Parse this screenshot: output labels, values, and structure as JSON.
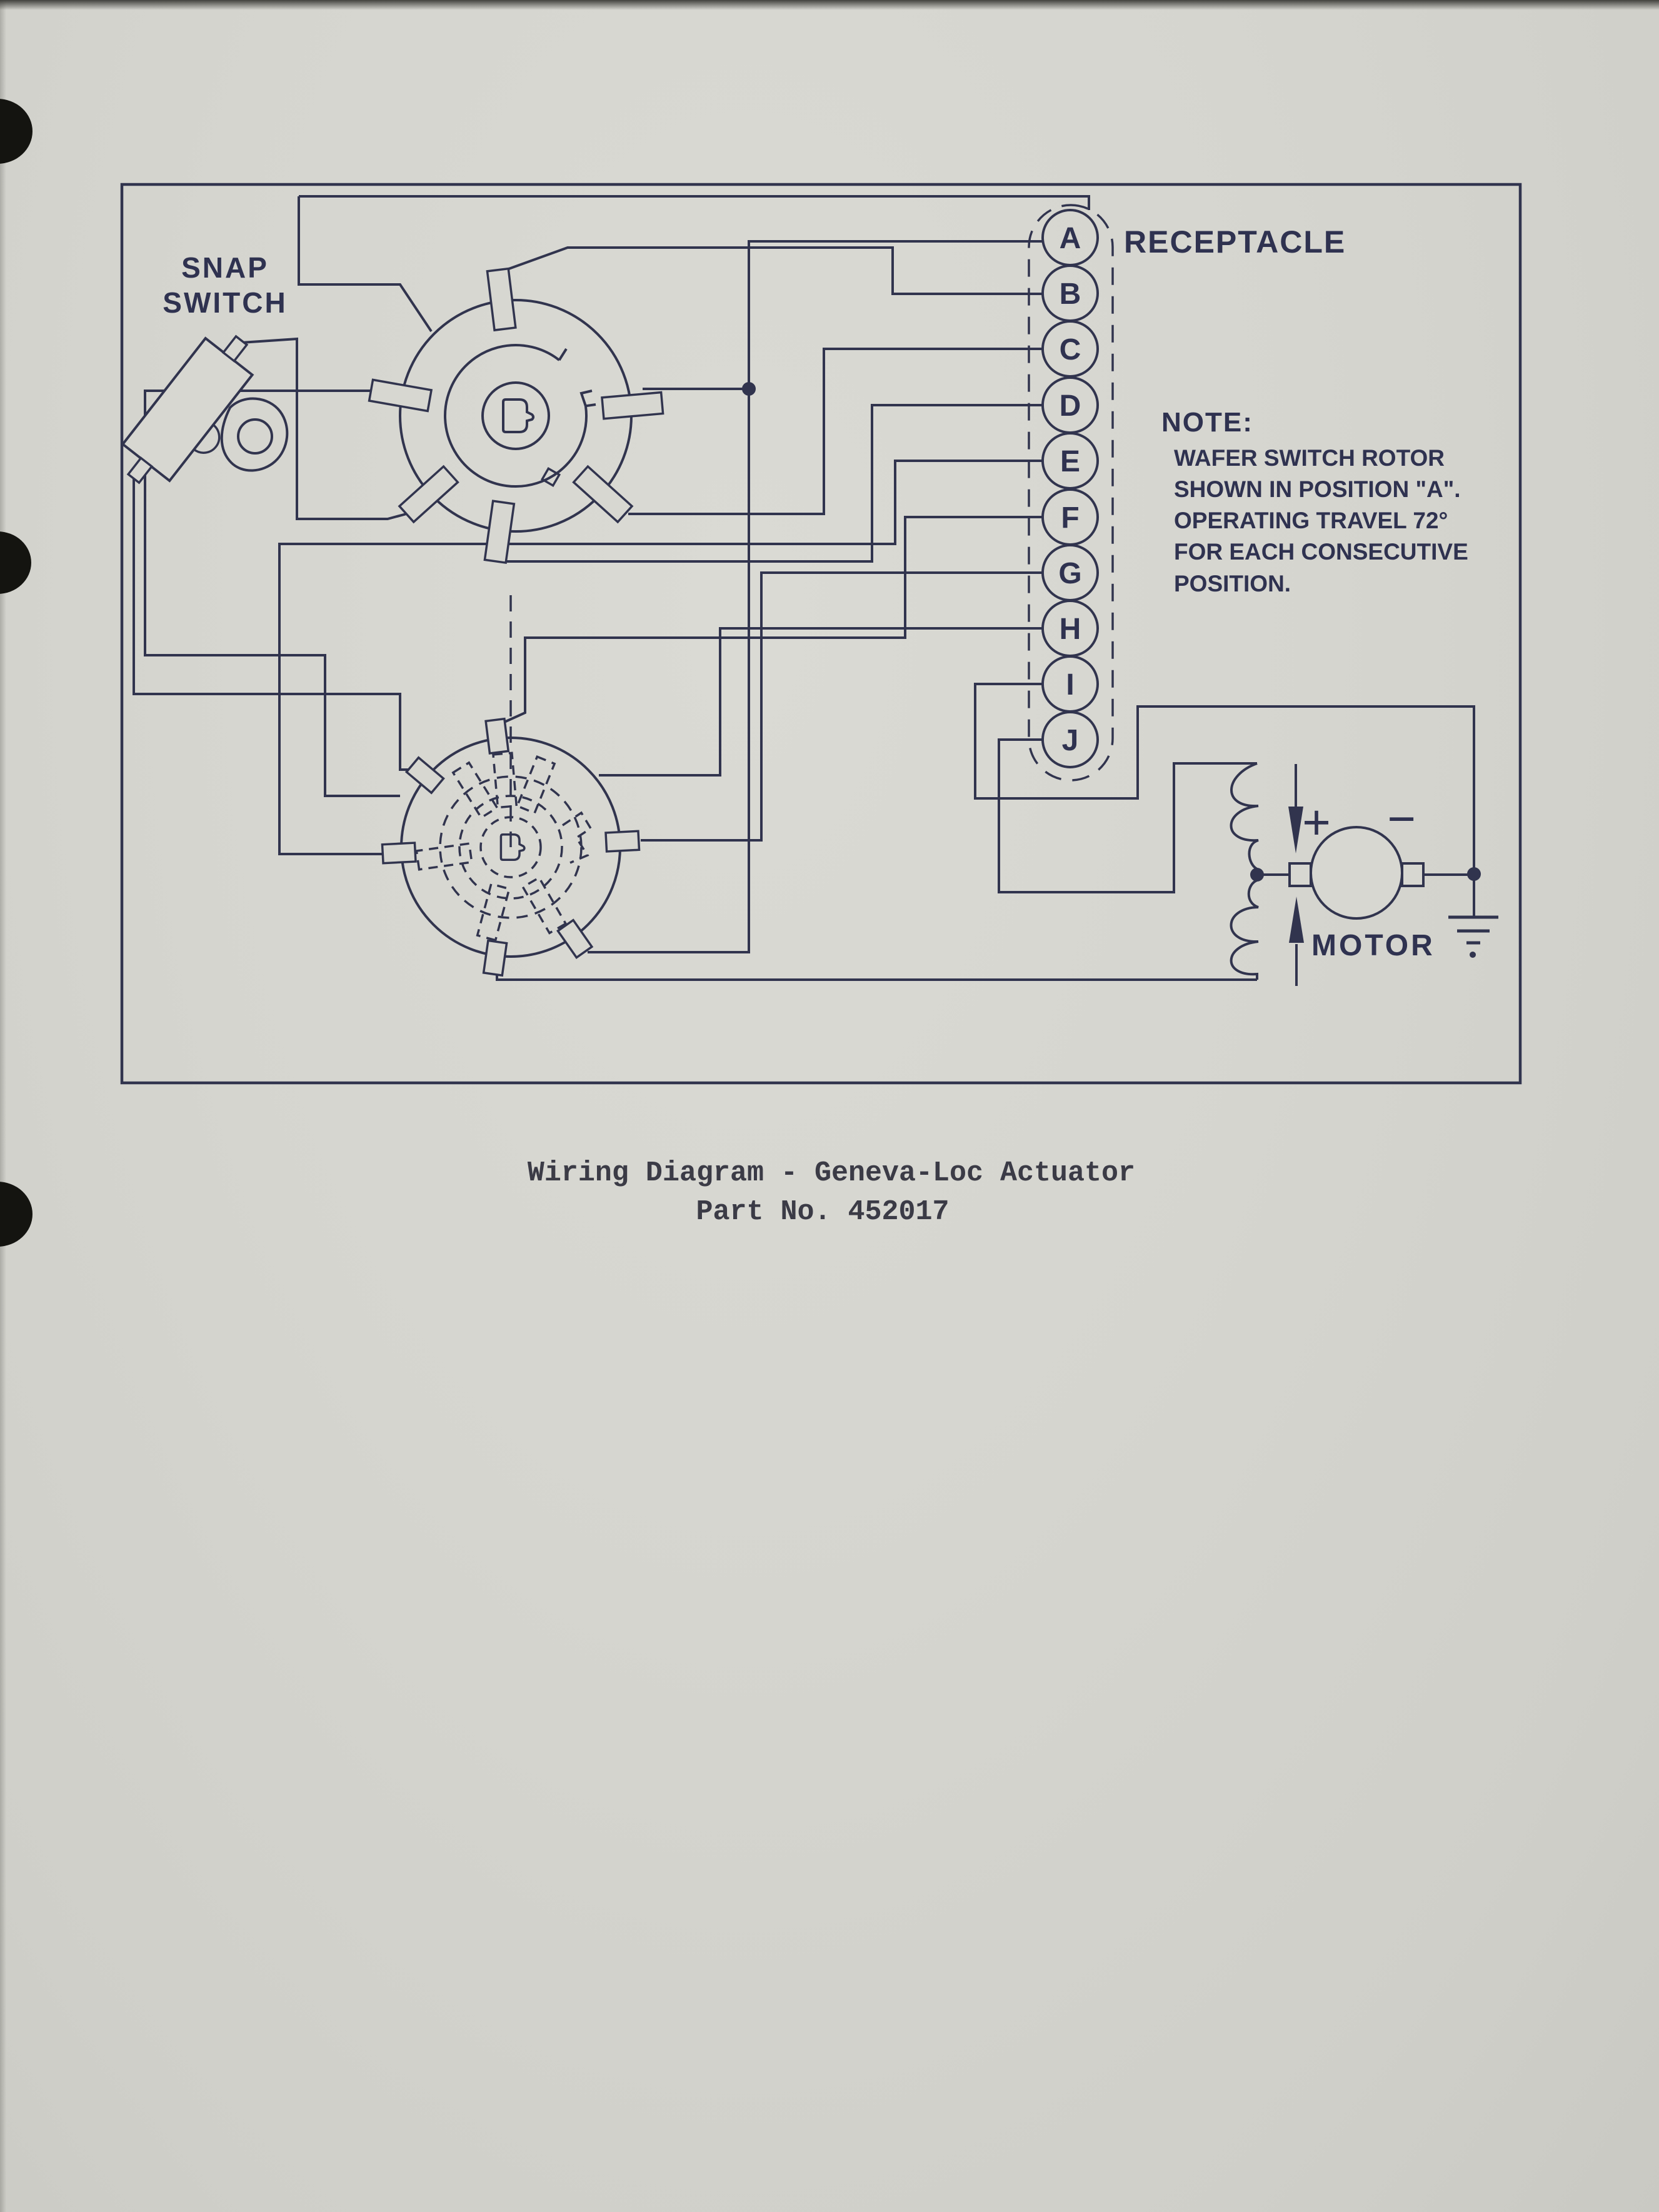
{
  "figure": {
    "snap_switch": {
      "label_line1": "SNAP",
      "label_line2": "SWITCH"
    },
    "receptacle": {
      "label": "RECEPTACLE",
      "pins": [
        {
          "label": "A"
        },
        {
          "label": "B"
        },
        {
          "label": "C"
        },
        {
          "label": "D"
        },
        {
          "label": "E"
        },
        {
          "label": "F"
        },
        {
          "label": "G"
        },
        {
          "label": "H"
        },
        {
          "label": "I"
        },
        {
          "label": "J"
        }
      ]
    },
    "note": {
      "title": "NOTE:",
      "lines": [
        "WAFER SWITCH ROTOR",
        "SHOWN IN POSITION \"A\".",
        "OPERATING TRAVEL 72°",
        "FOR EACH CONSECUTIVE",
        "POSITION."
      ]
    },
    "motor": {
      "label": "MOTOR",
      "plus_sign": "+",
      "minus_sign": "−"
    }
  },
  "caption": {
    "line1": "Wiring Diagram - Geneva-Loc Actuator",
    "line2": "Part No. 452017"
  },
  "colors": {
    "ink": "#31344e",
    "paper": "#d3d3cd"
  }
}
